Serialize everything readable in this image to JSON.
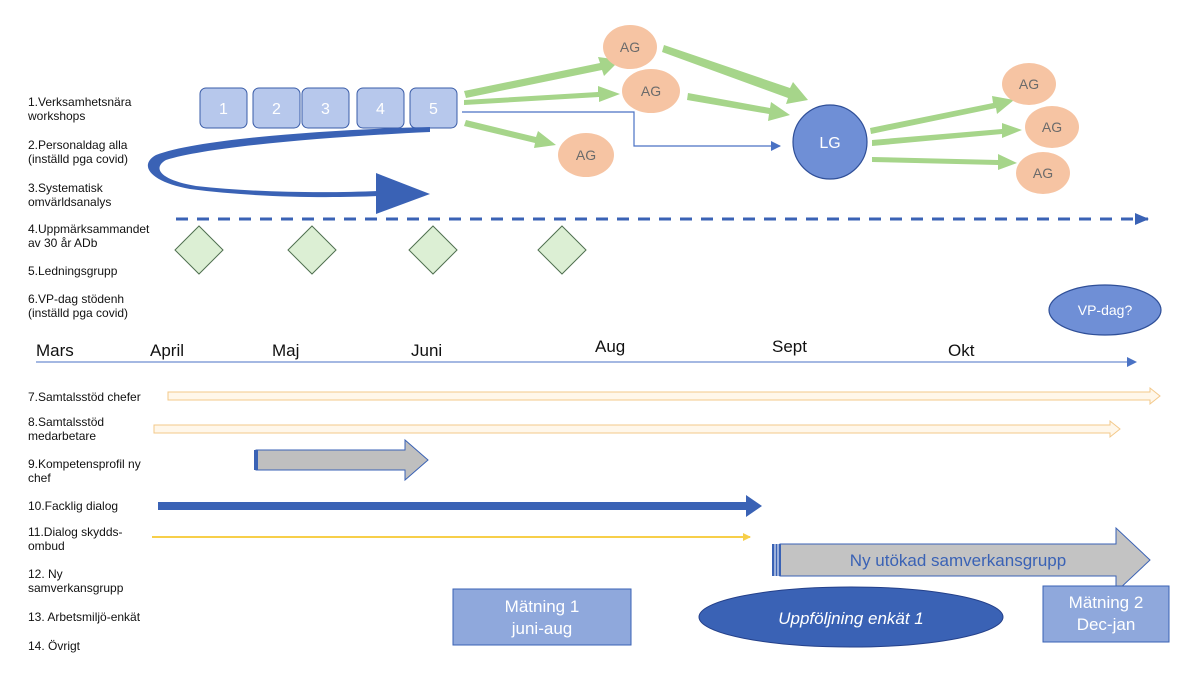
{
  "labels": [
    [
      "1.Verksamhetsnära",
      "workshops"
    ],
    [
      "2.Personaldag alla",
      "(inställd pga covid)"
    ],
    [
      "3.Systematisk",
      "omvärldsanalys"
    ],
    [
      "4.Uppmärksammandet",
      "av 30 år ADb"
    ],
    [
      "5.Ledningsgrupp"
    ],
    [
      "6.VP-dag stödenh",
      "(inställd pga covid)"
    ],
    [
      "7.Samtalsstöd chefer"
    ],
    [
      "8.Samtalsstöd",
      "medarbetare"
    ],
    [
      "9.Kompetensprofil ny",
      "chef"
    ],
    [
      "10.Facklig dialog"
    ],
    [
      "11.Dialog skydds-",
      "ombud"
    ],
    [
      "12. Ny",
      "samverkansgrupp"
    ],
    [
      "13. Arbetsmiljö-enkät"
    ],
    [
      "14. Övrigt"
    ]
  ],
  "months": [
    "Mars",
    "April",
    "Maj",
    "Juni",
    "Aug",
    "Sept",
    "Okt"
  ],
  "workshops": [
    "1",
    "2",
    "3",
    "4",
    "5"
  ],
  "nodes": {
    "ag": "AG",
    "lg": "LG",
    "vp": "VP-dag?"
  },
  "boxes": {
    "new_group": "Ny utökad samverkansgrupp",
    "matning1": [
      "Mätning 1",
      "juni-aug"
    ],
    "matning2": [
      "Mätning 2",
      "Dec-jan"
    ],
    "uppfoljning": "Uppföljning enkät 1"
  },
  "colors": {
    "green_arrow": "#a6d58a",
    "blue_dark": "#3a62b5",
    "blue_node": "#6f8fd6",
    "ag_fill": "#f6c4a3",
    "workshop_fill": "#b7c8ec",
    "diamond_fill": "#dcefd4",
    "orange_outline": "#f3c88a",
    "yellow": "#f7cf4a",
    "grey": "#bfbfbf",
    "box_blue": "#8fa8dc"
  }
}
